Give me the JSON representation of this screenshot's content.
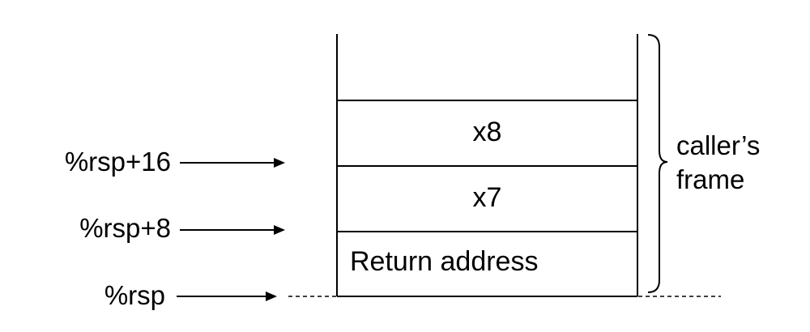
{
  "stack": {
    "cells": [
      {
        "label": "x8"
      },
      {
        "label": "x7"
      },
      {
        "label": "Return address"
      }
    ]
  },
  "pointers": [
    {
      "label": "%rsp+16"
    },
    {
      "label": "%rsp+8"
    },
    {
      "label": "%rsp"
    }
  ],
  "brace": {
    "line1": "caller’s",
    "line2": "frame"
  }
}
